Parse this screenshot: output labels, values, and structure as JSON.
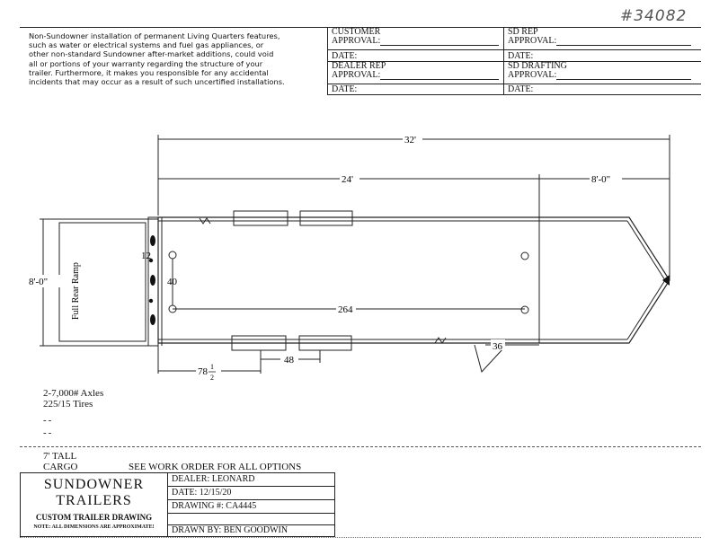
{
  "ref_number": "#34082",
  "disclaimer": [
    "Non-Sundowner installation of permanent Living Quarters features,",
    "such as water or electrical systems and fuel gas appliances, or",
    "other non-standard Sundowner after-market additions, could void",
    "all or portions of your warranty regarding the structure of your",
    "trailer. Furthermore, it makes you responsible for any accidental",
    "incidents that may occur as a result of such uncertified installations."
  ],
  "approvals": {
    "customer_line1": "CUSTOMER",
    "customer_line2": "APPROVAL:",
    "sd_rep_line1": "SD REP",
    "sd_rep_line2": "APPROVAL:",
    "dealer_rep_line1": "DEALER REP",
    "dealer_rep_line2": "APPROVAL:",
    "sd_drafting_line1": "SD DRAFTING",
    "sd_drafting_line2": "APPROVAL:",
    "date_label": "DATE:"
  },
  "drawing": {
    "dim_overall": "32'",
    "dim_body": "24'",
    "dim_nose": "8'-0\"",
    "dim_width": "8'-0\"",
    "dim_12": "12",
    "dim_40": "40",
    "dim_264": "264",
    "dim_36": "36",
    "dim_78_whole": "78",
    "dim_78_num": "1",
    "dim_78_den": "2",
    "dim_48": "48",
    "ramp_label": "Full Rear Ramp"
  },
  "notes": {
    "axles": "2-7,000# Axles",
    "tires": "225/15 Tires",
    "dash1": "--",
    "dash2": "--",
    "tall": "7' TALL",
    "cargo": "CARGO",
    "work_order": "SEE WORK ORDER FOR ALL OPTIONS"
  },
  "title_block": {
    "company_line1": "SUNDOWNER",
    "company_line2": "TRAILERS",
    "subtitle": "CUSTOM TRAILER DRAWING",
    "note": "NOTE: ALL DIMENSIONS ARE APPROXIMATE!",
    "dealer": "DEALER: LEONARD",
    "date": "DATE: 12/15/20",
    "drawing_no": "DRAWING #: CA4445",
    "drawn_by": "DRAWN BY: BEN GOODWIN"
  }
}
